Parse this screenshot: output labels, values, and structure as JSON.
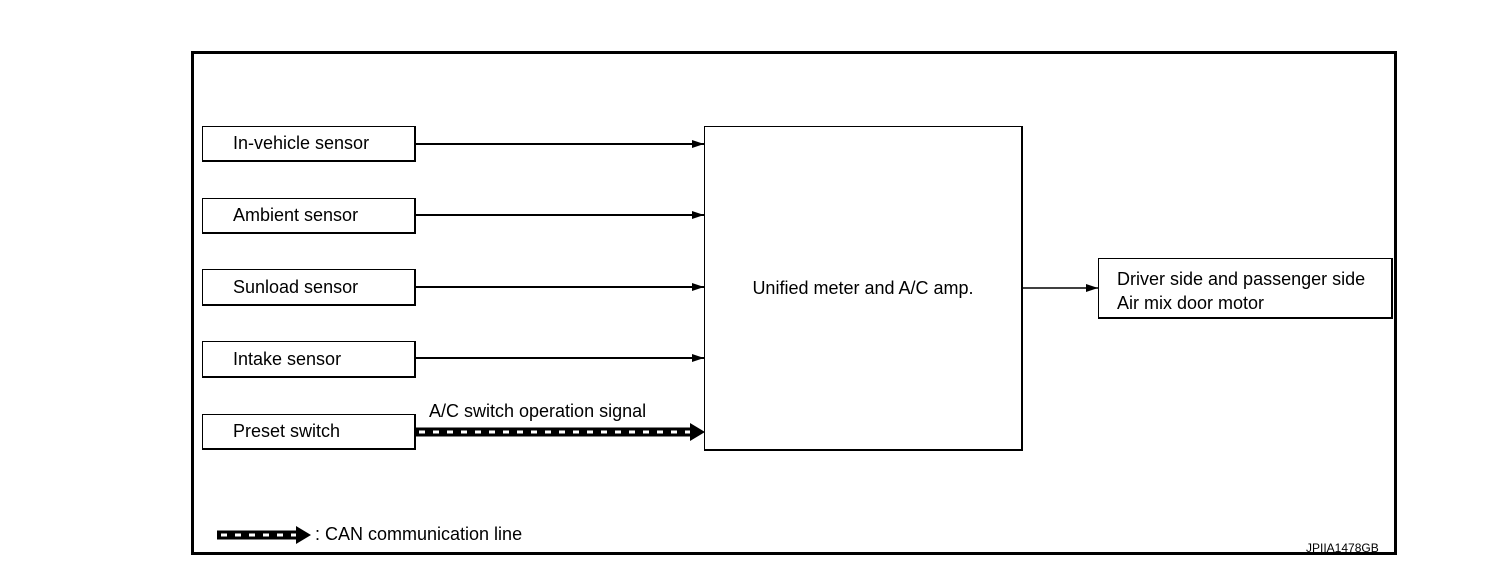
{
  "inputs": [
    "In-vehicle sensor",
    "Ambient sensor",
    "Sunload sensor",
    "Intake sensor",
    "Preset switch"
  ],
  "center_block": "Unified meter and A/C amp.",
  "output_block": {
    "line1": "Driver side and passenger side",
    "line2": "Air mix door motor"
  },
  "signal_label": "A/C switch operation signal",
  "legend": ": CAN communication line",
  "figure_code": "JPIIA1478GB"
}
